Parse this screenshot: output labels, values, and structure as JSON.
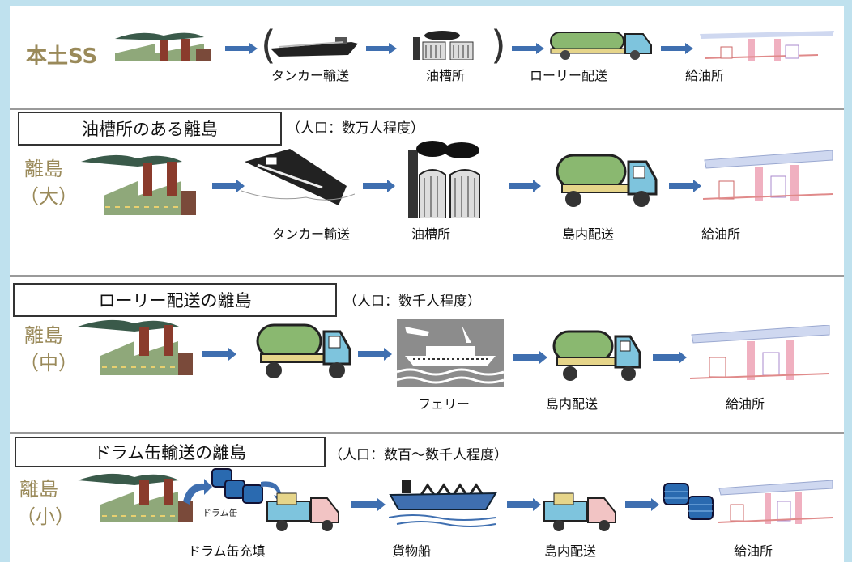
{
  "rows": [
    {
      "side": "本土SS",
      "labels": [
        "タンカー輸送",
        "油槽所",
        "ローリー配送",
        "給油所"
      ]
    },
    {
      "title": "油槽所のある離島",
      "population": "（人口：数万人程度）",
      "side_line1": "離島",
      "side_line2": "（大）",
      "labels": [
        "タンカー輸送",
        "油槽所",
        "島内配送",
        "給油所"
      ]
    },
    {
      "title": "ローリー配送の離島",
      "population": "（人口：数千人程度）",
      "side_line1": "離島",
      "side_line2": "（中）",
      "labels": [
        "フェリー",
        "島内配送",
        "給油所"
      ]
    },
    {
      "title": "ドラム缶輸送の離島",
      "population": "（人口：数百～数千人程度）",
      "side_line1": "離島",
      "side_line2": "（小）",
      "drum_caption": "ドラム缶",
      "labels": [
        "ドラム缶充填",
        "貨物船",
        "島内配送",
        "給油所"
      ]
    }
  ],
  "colors": {
    "frame": "#bfe1ee",
    "arrow": "#3f6fb0",
    "side_text": "#9a8a5a",
    "factory_green": "#8fa87a",
    "chimney": "#8a3b2c",
    "truck_blue": "#7ec4dd",
    "tank_green": "#8ab870"
  }
}
